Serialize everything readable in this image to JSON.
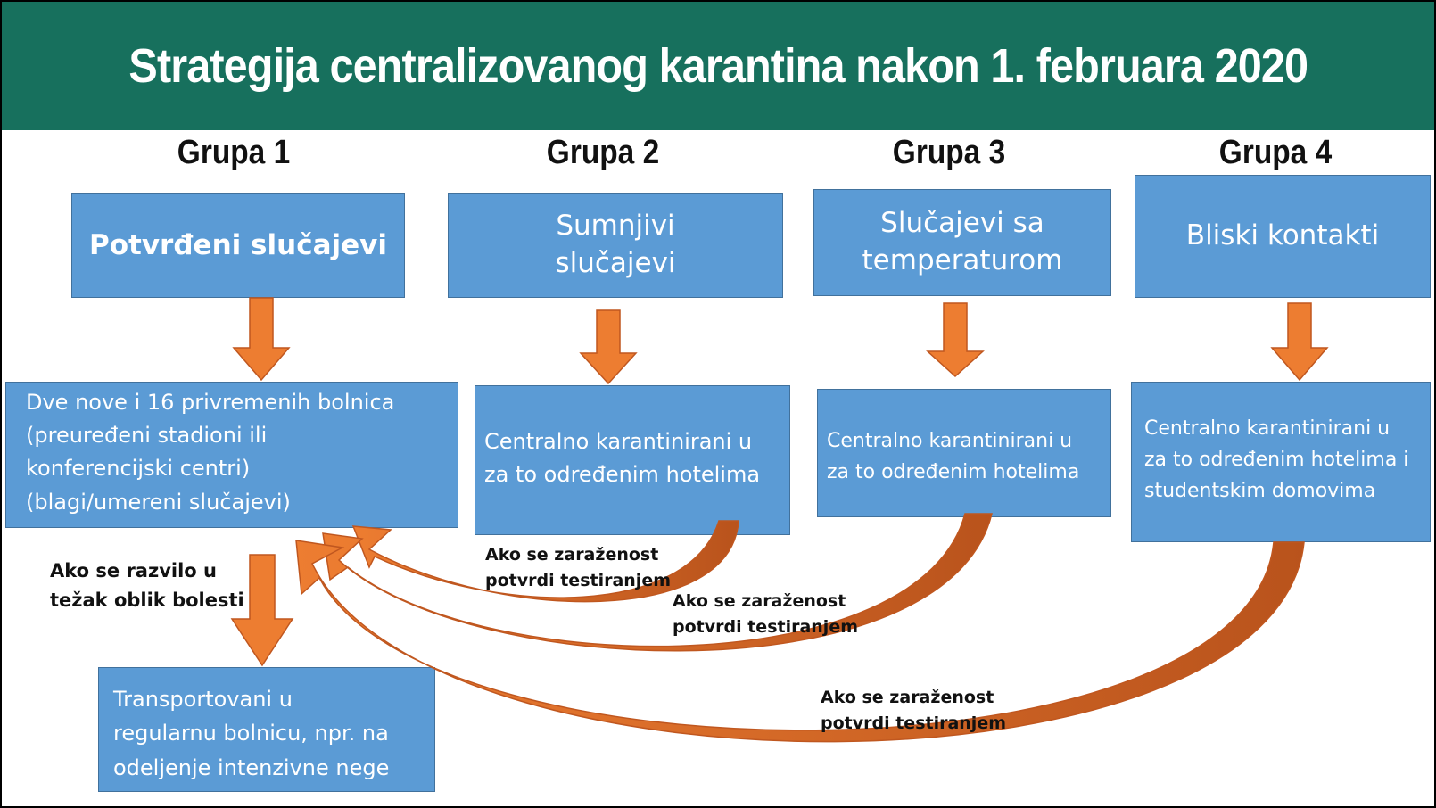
{
  "title": "Strategija centralizovanog karantina nakon 1. februara 2020",
  "groups": [
    {
      "label": "Grupa 1",
      "category": "Potvrđeni slučajevi",
      "destination": [
        "Dve nove i 16 privremenih bolnica",
        "(preuređeni stadioni ili",
        "konferencijski centri)",
        "(blagi/umereni slučajevi)"
      ]
    },
    {
      "label": "Grupa 2",
      "category": [
        "Sumnjivi",
        "slučajevi"
      ],
      "destination": [
        "Centralno karantinirani u",
        "za to određenim hotelima"
      ]
    },
    {
      "label": "Grupa 3",
      "category": [
        "Slučajevi sa",
        "temperaturom"
      ],
      "destination": [
        "Centralno karantinirani u",
        "za to određenim hotelima"
      ]
    },
    {
      "label": "Grupa 4",
      "category": "Bliski kontakti",
      "destination": [
        "Centralno karantinirani u",
        "za to određenim hotelima i",
        "studentskim domovima"
      ]
    }
  ],
  "escalation": {
    "condition": [
      "Ako se razvilo u",
      "težak oblik bolesti"
    ],
    "destination": [
      "Transportovani  u",
      "regularnu bolnicu, npr. na",
      "odeljenje intenzivne nege"
    ]
  },
  "return_label": [
    "Ako se zaraženost",
    "potvrdi testiranjem"
  ],
  "colors": {
    "banner": "#17705d",
    "box_fill": "#5b9bd5",
    "box_border": "#41719c",
    "arrow": "#ed7d31",
    "arrow_dark": "#c0571f"
  }
}
